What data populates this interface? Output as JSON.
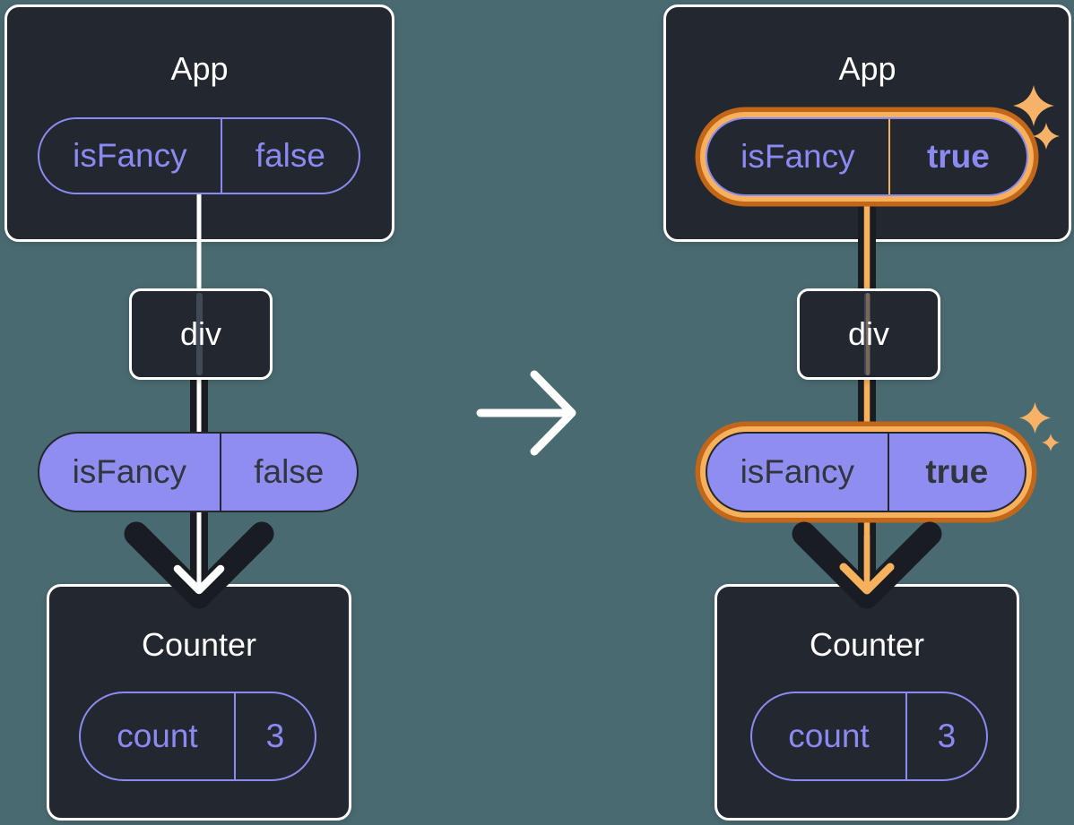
{
  "diagram": {
    "before": {
      "app": {
        "name": "App",
        "state": {
          "key": "isFancy",
          "value": "false"
        }
      },
      "container": {
        "name": "div"
      },
      "prop": {
        "key": "isFancy",
        "value": "false"
      },
      "counter": {
        "name": "Counter",
        "state": {
          "key": "count",
          "value": "3"
        }
      }
    },
    "after": {
      "app": {
        "name": "App",
        "state": {
          "key": "isFancy",
          "value": "true"
        }
      },
      "container": {
        "name": "div"
      },
      "prop": {
        "key": "isFancy",
        "value": "true"
      },
      "counter": {
        "name": "Counter",
        "state": {
          "key": "count",
          "value": "3"
        }
      }
    },
    "icons": {
      "transition": "right-arrow-icon",
      "highlight": "sparkle-icon"
    },
    "colors": {
      "background": "#4a6a71",
      "panel": "#23272f",
      "panel_border": "#ffffff",
      "purple": "#8b8af2",
      "purple_fill": "#8f8ef0",
      "dark_text": "#31353e",
      "orange_dark": "#c2661a",
      "orange_light": "#f7b05c",
      "sparkle": "#f6b266",
      "arrow_black": "#191c22",
      "arrow_white": "#ffffff"
    }
  }
}
